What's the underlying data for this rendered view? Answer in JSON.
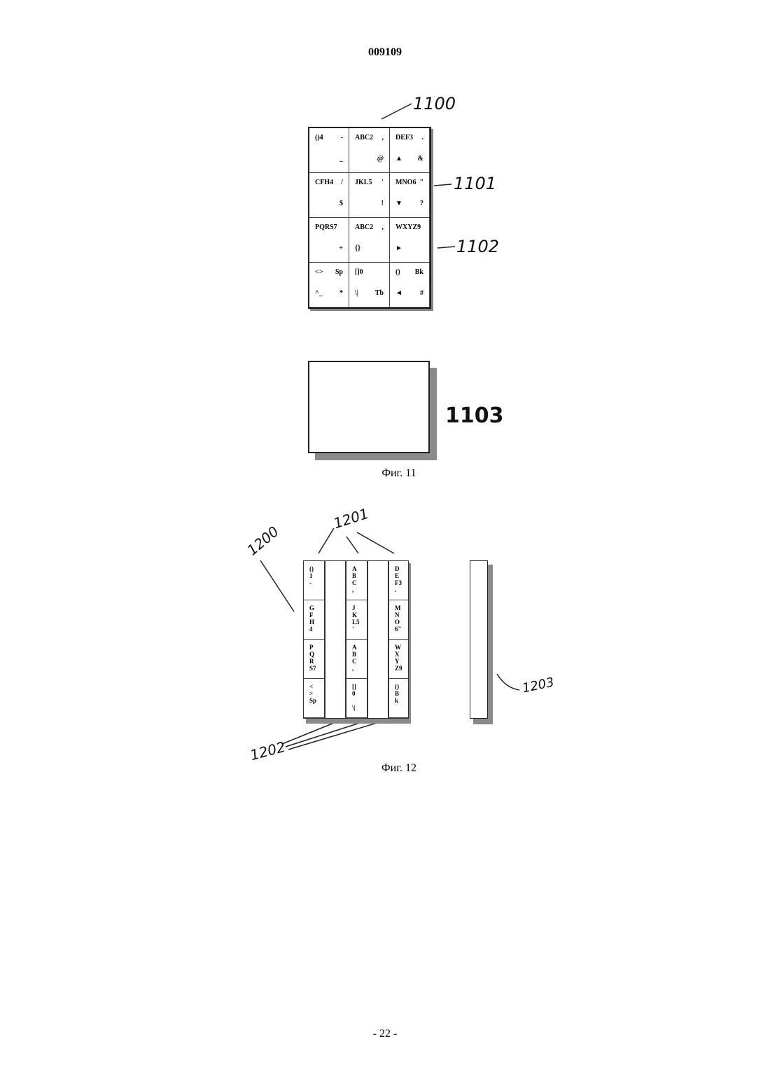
{
  "header": {
    "doc_number": "009109"
  },
  "footer": {
    "page": "- 22 -"
  },
  "fig11": {
    "caption": "Фиг. 11",
    "labels": {
      "l1100": "1100",
      "l1101": "1101",
      "l1102": "1102",
      "l1103": "1103"
    },
    "keys": [
      {
        "t": "()4",
        "s": "-",
        "b": "",
        "r": "_"
      },
      {
        "t": "ABC2",
        "s": ",",
        "b": "",
        "r": "@"
      },
      {
        "t": "DEF3",
        "s": ".",
        "b": "▲",
        "r": "&"
      },
      {
        "t": "CFH4",
        "s": "/",
        "b": "",
        "r": "$"
      },
      {
        "t": "JKL5",
        "s": "'",
        "b": "",
        "r": "!"
      },
      {
        "t": "MNO6",
        "s": "\"",
        "b": "▼",
        "r": "?"
      },
      {
        "t": "PQRS7",
        "s": "",
        "b": "",
        "r": "+"
      },
      {
        "t": "ABC2",
        "s": ",",
        "b": "{}",
        "r": ""
      },
      {
        "t": "WXYZ9",
        "s": "",
        "b": "►",
        "r": ""
      },
      {
        "t": "<>",
        "s": "Sp",
        "b": "^_",
        "r": "*"
      },
      {
        "t": "[]0",
        "s": "",
        "b": "\\|",
        "r": "Tb"
      },
      {
        "t": "()",
        "s": "Bk",
        "b": "◄",
        "r": "#"
      }
    ]
  },
  "fig12": {
    "caption": "Фиг. 12",
    "labels": {
      "l1200": "1200",
      "l1201": "1201",
      "l1202": "1202",
      "l1203": "1203"
    },
    "col1": [
      "()\n1\n-",
      "G\nF\nH\n4",
      "P\nQ\nR\nS7",
      "<\n>\nSp"
    ],
    "col3": [
      "A\nB\nC\n,",
      "J\nK\nL5\n'",
      "A\nB\nC\n,",
      "[]\n0\n\n\\|"
    ],
    "col5": [
      "D\nE\nF3\n.",
      "M\nN\nO\n6\"",
      "W\nX\nY\nZ9",
      "()\nB\nk"
    ]
  }
}
